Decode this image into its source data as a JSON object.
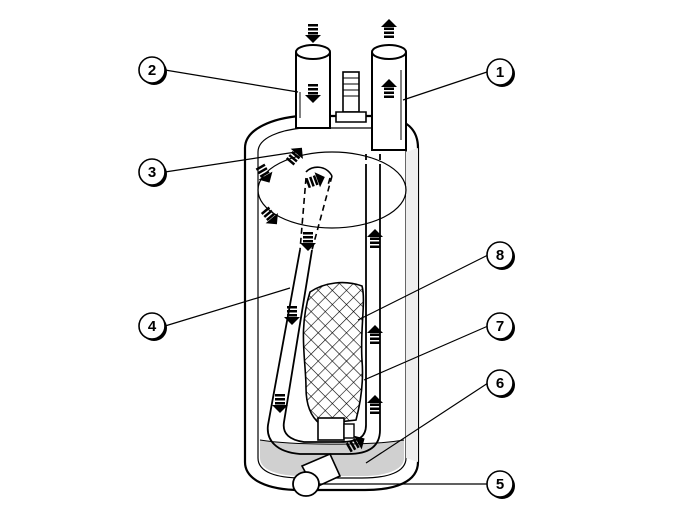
{
  "callouts": [
    {
      "label": "1"
    },
    {
      "label": "2"
    },
    {
      "label": "3"
    },
    {
      "label": "4"
    },
    {
      "label": "5"
    },
    {
      "label": "6"
    },
    {
      "label": "7"
    },
    {
      "label": "8"
    }
  ],
  "colors": {
    "outline": "#000000",
    "background": "#ffffff",
    "liquid": "#d0d0d0",
    "vessel_shade": "#eeeeee"
  }
}
